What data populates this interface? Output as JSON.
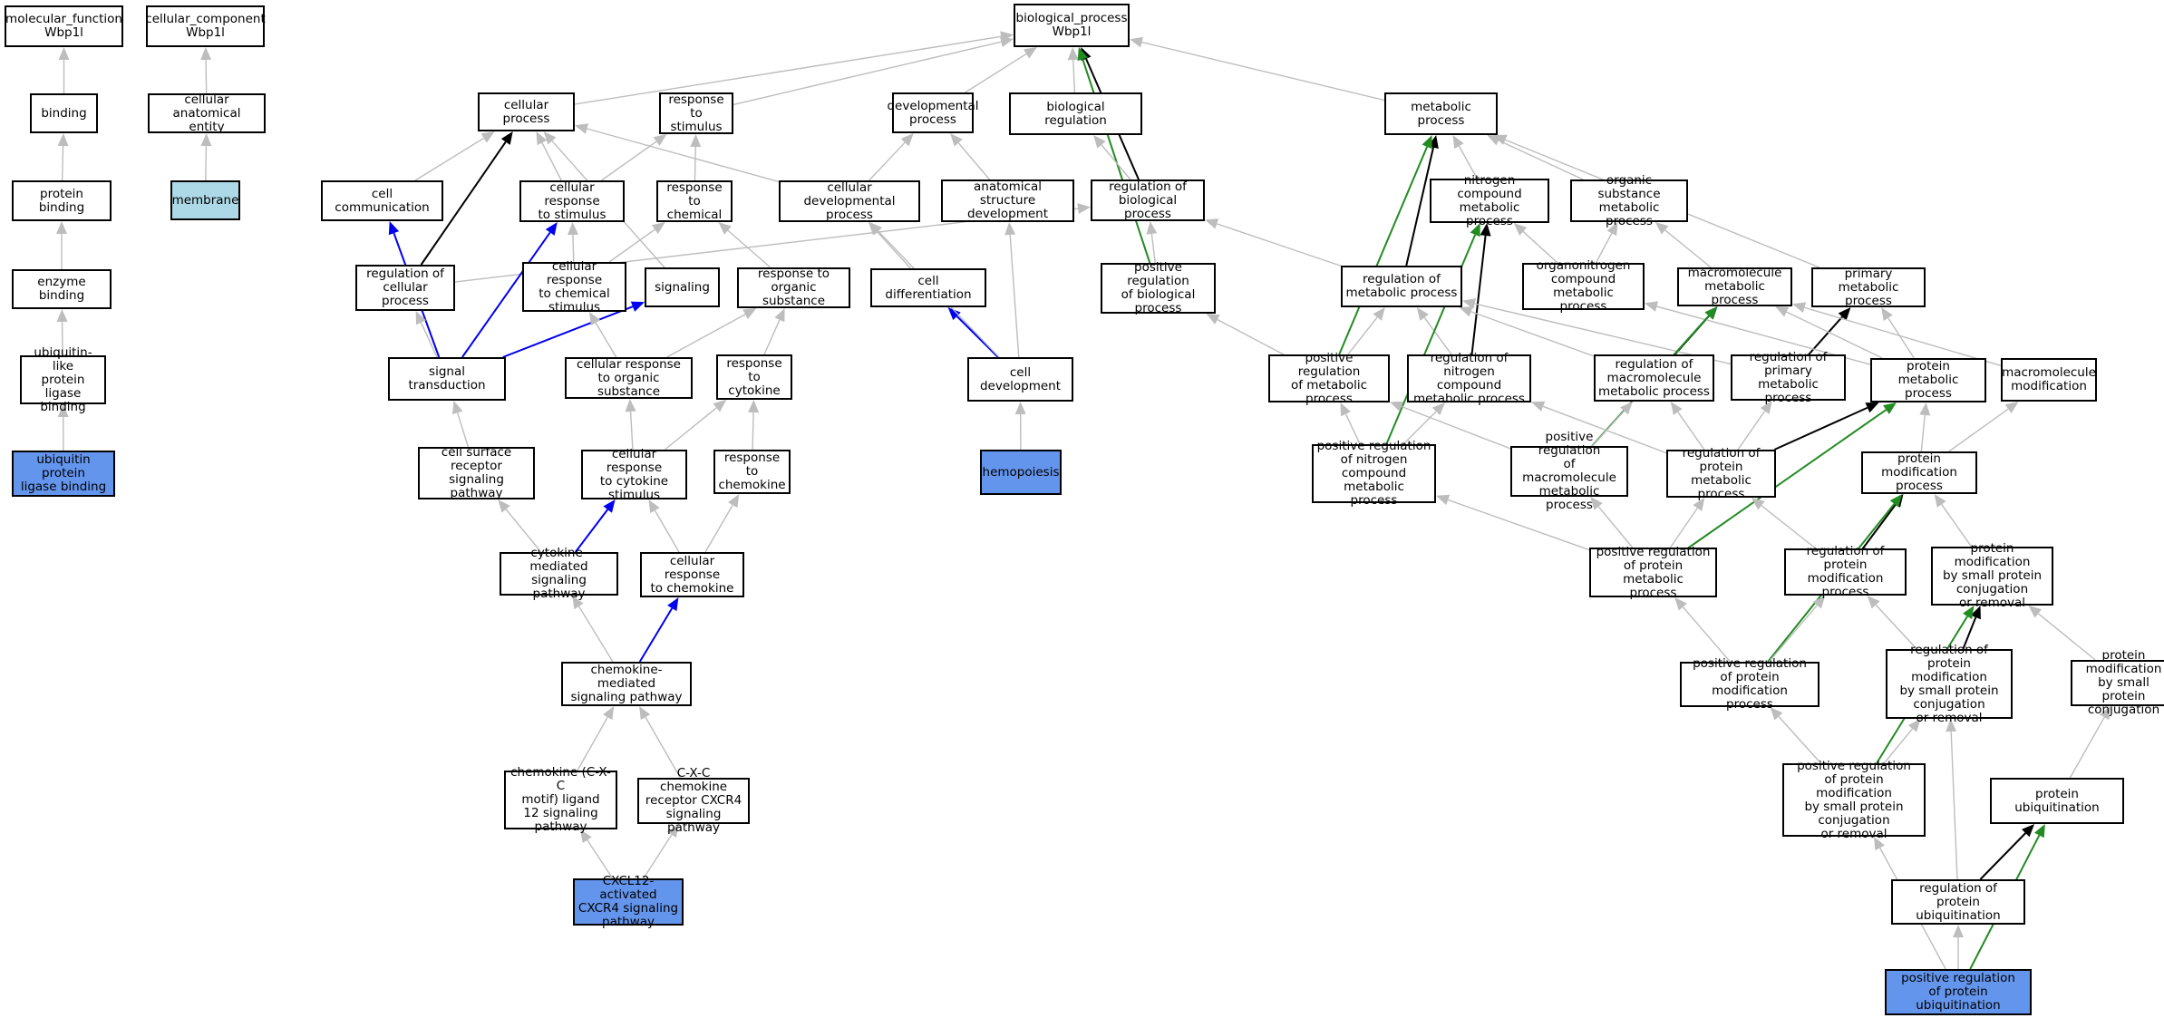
{
  "colors": {
    "background": "#ffffff",
    "node_border": "#000000",
    "edge_default": "#bdbdbd",
    "edge_black": "#000000",
    "edge_blue": "#0000ee",
    "edge_green": "#228b22",
    "annotated_fill": "#6495ed",
    "cc_annotated_fill": "#add8e6"
  },
  "nodes": [
    {
      "id": "mf",
      "label": "molecular_function\nWbp1l",
      "fill": "#ffffff"
    },
    {
      "id": "cc",
      "label": "cellular_component\nWbp1l",
      "fill": "#ffffff"
    },
    {
      "id": "binding",
      "label": "binding",
      "fill": "#ffffff"
    },
    {
      "id": "cae",
      "label": "cellular anatomical\nentity",
      "fill": "#ffffff"
    },
    {
      "id": "protbind",
      "label": "protein binding",
      "fill": "#ffffff"
    },
    {
      "id": "membrane",
      "label": "membrane",
      "fill": "#add8e6"
    },
    {
      "id": "enzbind",
      "label": "enzyme binding",
      "fill": "#ffffff"
    },
    {
      "id": "ublbind",
      "label": "ubiquitin-like\nprotein ligase\nbinding",
      "fill": "#ffffff"
    },
    {
      "id": "ubbind",
      "label": "ubiquitin protein\nligase binding",
      "fill": "#6495ed"
    },
    {
      "id": "bp",
      "label": "biological_process\nWbp1l",
      "fill": "#ffffff"
    },
    {
      "id": "cellproc",
      "label": "cellular process",
      "fill": "#ffffff"
    },
    {
      "id": "respstim",
      "label": "response to\nstimulus",
      "fill": "#ffffff"
    },
    {
      "id": "devproc",
      "label": "developmental\nprocess",
      "fill": "#ffffff"
    },
    {
      "id": "bioreg",
      "label": "biological regulation",
      "fill": "#ffffff"
    },
    {
      "id": "metproc",
      "label": "metabolic process",
      "fill": "#ffffff"
    },
    {
      "id": "cellcomm",
      "label": "cell communication",
      "fill": "#ffffff"
    },
    {
      "id": "cellrespstim",
      "label": "cellular response\nto stimulus",
      "fill": "#ffffff"
    },
    {
      "id": "respchem",
      "label": "response to\nchemical",
      "fill": "#ffffff"
    },
    {
      "id": "celldevproc",
      "label": "cellular developmental\nprocess",
      "fill": "#ffffff"
    },
    {
      "id": "anatdev",
      "label": "anatomical structure\ndevelopment",
      "fill": "#ffffff"
    },
    {
      "id": "regbio",
      "label": "regulation of\nbiological process",
      "fill": "#ffffff"
    },
    {
      "id": "nitmet",
      "label": "nitrogen compound\nmetabolic process",
      "fill": "#ffffff"
    },
    {
      "id": "orgsubmet",
      "label": "organic substance\nmetabolic process",
      "fill": "#ffffff"
    },
    {
      "id": "regcell",
      "label": "regulation of\ncellular process",
      "fill": "#ffffff"
    },
    {
      "id": "cellrespchem",
      "label": "cellular response\nto chemical\nstimulus",
      "fill": "#ffffff"
    },
    {
      "id": "signaling",
      "label": "signaling",
      "fill": "#ffffff"
    },
    {
      "id": "resporg",
      "label": "response to\norganic substance",
      "fill": "#ffffff"
    },
    {
      "id": "celldiff",
      "label": "cell differentiation",
      "fill": "#ffffff"
    },
    {
      "id": "posregbio",
      "label": "positive regulation\nof biological\nprocess",
      "fill": "#ffffff"
    },
    {
      "id": "regmet",
      "label": "regulation of\nmetabolic process",
      "fill": "#ffffff"
    },
    {
      "id": "orgnitmet",
      "label": "organonitrogen\ncompound metabolic\nprocess",
      "fill": "#ffffff"
    },
    {
      "id": "macmet",
      "label": "macromolecule\nmetabolic process",
      "fill": "#ffffff"
    },
    {
      "id": "primmet",
      "label": "primary metabolic\nprocess",
      "fill": "#ffffff"
    },
    {
      "id": "sigtrans",
      "label": "signal transduction",
      "fill": "#ffffff"
    },
    {
      "id": "cellresporg",
      "label": "cellular response\nto organic substance",
      "fill": "#ffffff"
    },
    {
      "id": "respcyto",
      "label": "response to\ncytokine",
      "fill": "#ffffff"
    },
    {
      "id": "celldev",
      "label": "cell development",
      "fill": "#ffffff"
    },
    {
      "id": "posregmet",
      "label": "positive regulation\nof metabolic\nprocess",
      "fill": "#ffffff"
    },
    {
      "id": "regnitmet",
      "label": "regulation of\nnitrogen compound\nmetabolic process",
      "fill": "#ffffff"
    },
    {
      "id": "regmacmet",
      "label": "regulation of\nmacromolecule\nmetabolic process",
      "fill": "#ffffff"
    },
    {
      "id": "regprimmet",
      "label": "regulation of\nprimary metabolic\nprocess",
      "fill": "#ffffff"
    },
    {
      "id": "protmet",
      "label": "protein metabolic\nprocess",
      "fill": "#ffffff"
    },
    {
      "id": "macmod",
      "label": "macromolecule\nmodification",
      "fill": "#ffffff"
    },
    {
      "id": "cellsurf",
      "label": "cell surface\nreceptor signaling\npathway",
      "fill": "#ffffff"
    },
    {
      "id": "cellrespcyto",
      "label": "cellular response\nto cytokine\nstimulus",
      "fill": "#ffffff"
    },
    {
      "id": "respchemo",
      "label": "response to\nchemokine",
      "fill": "#ffffff"
    },
    {
      "id": "hemo",
      "label": "hemopoiesis",
      "fill": "#6495ed"
    },
    {
      "id": "posregnit",
      "label": "positive regulation\nof nitrogen\ncompound metabolic\nprocess",
      "fill": "#ffffff"
    },
    {
      "id": "posregmac",
      "label": "positive regulation\nof macromolecule\nmetabolic process",
      "fill": "#ffffff"
    },
    {
      "id": "regprotmet",
      "label": "regulation of\nprotein metabolic\nprocess",
      "fill": "#ffffff"
    },
    {
      "id": "protmod",
      "label": "protein modification\nprocess",
      "fill": "#ffffff"
    },
    {
      "id": "cytomed",
      "label": "cytokine-mediated\nsignaling pathway",
      "fill": "#ffffff"
    },
    {
      "id": "cellrespchemo",
      "label": "cellular response\nto chemokine",
      "fill": "#ffffff"
    },
    {
      "id": "posregprotmet",
      "label": "positive regulation\nof protein metabolic\nprocess",
      "fill": "#ffffff"
    },
    {
      "id": "regprotmod",
      "label": "regulation of\nprotein modification\nprocess",
      "fill": "#ffffff"
    },
    {
      "id": "protmodsmall",
      "label": "protein modification\nby small protein\nconjugation\nor removal",
      "fill": "#ffffff"
    },
    {
      "id": "chemomed",
      "label": "chemokine-mediated\nsignaling pathway",
      "fill": "#ffffff"
    },
    {
      "id": "posregprotmod",
      "label": "positive regulation\nof protein modification\nprocess",
      "fill": "#ffffff"
    },
    {
      "id": "regprotmodsmall",
      "label": "regulation of\nprotein modification\nby small protein\nconjugation\nor removal",
      "fill": "#ffffff"
    },
    {
      "id": "protmodconj",
      "label": "protein modification\nby small protein\nconjugation",
      "fill": "#ffffff"
    },
    {
      "id": "cxcl12lig",
      "label": "chemokine (C-X-C\nmotif) ligand\n12 signaling\npathway",
      "fill": "#ffffff"
    },
    {
      "id": "cxcr4path",
      "label": "C-X-C chemokine\nreceptor CXCR4\nsignaling pathway",
      "fill": "#ffffff"
    },
    {
      "id": "posregprotmodsmall",
      "label": "positive regulation\nof protein modification\nby small protein\nconjugation\nor removal",
      "fill": "#ffffff"
    },
    {
      "id": "protubiq",
      "label": "protein ubiquitination",
      "fill": "#ffffff"
    },
    {
      "id": "cxcl12act",
      "label": "CXCL12-activated\nCXCR4 signaling\npathway",
      "fill": "#6495ed"
    },
    {
      "id": "regprotubiq",
      "label": "regulation of\nprotein ubiquitination",
      "fill": "#ffffff"
    },
    {
      "id": "posregprotubiq",
      "label": "positive regulation\nof protein ubiquitination",
      "fill": "#6495ed"
    }
  ],
  "edges": [
    {
      "from": "binding",
      "to": "mf",
      "color": "gray"
    },
    {
      "from": "protbind",
      "to": "binding",
      "color": "gray"
    },
    {
      "from": "enzbind",
      "to": "protbind",
      "color": "gray"
    },
    {
      "from": "ublbind",
      "to": "enzbind",
      "color": "gray"
    },
    {
      "from": "ubbind",
      "to": "ublbind",
      "color": "gray"
    },
    {
      "from": "cae",
      "to": "cc",
      "color": "gray"
    },
    {
      "from": "membrane",
      "to": "cae",
      "color": "gray"
    },
    {
      "from": "cellproc",
      "to": "bp",
      "color": "gray"
    },
    {
      "from": "respstim",
      "to": "bp",
      "color": "gray"
    },
    {
      "from": "devproc",
      "to": "bp",
      "color": "gray"
    },
    {
      "from": "bioreg",
      "to": "bp",
      "color": "gray"
    },
    {
      "from": "metproc",
      "to": "bp",
      "color": "gray"
    },
    {
      "from": "regbio",
      "to": "bp",
      "color": "black"
    },
    {
      "from": "posregbio",
      "to": "bp",
      "color": "green"
    },
    {
      "from": "cellcomm",
      "to": "cellproc",
      "color": "gray"
    },
    {
      "from": "cellrespstim",
      "to": "cellproc",
      "color": "gray"
    },
    {
      "from": "cellrespstim",
      "to": "respstim",
      "color": "gray"
    },
    {
      "from": "respchem",
      "to": "respstim",
      "color": "gray"
    },
    {
      "from": "celldevproc",
      "to": "cellproc",
      "color": "gray"
    },
    {
      "from": "celldevproc",
      "to": "devproc",
      "color": "gray"
    },
    {
      "from": "anatdev",
      "to": "devproc",
      "color": "gray"
    },
    {
      "from": "regbio",
      "to": "bioreg",
      "color": "gray"
    },
    {
      "from": "regcell",
      "to": "cellproc",
      "color": "black"
    },
    {
      "from": "regcell",
      "to": "regbio",
      "color": "gray"
    },
    {
      "from": "cellrespchem",
      "to": "cellrespstim",
      "color": "gray"
    },
    {
      "from": "cellrespchem",
      "to": "respchem",
      "color": "gray"
    },
    {
      "from": "signaling",
      "to": "cellproc",
      "color": "gray"
    },
    {
      "from": "resporg",
      "to": "respchem",
      "color": "gray"
    },
    {
      "from": "celldiff",
      "to": "celldevproc",
      "color": "gray"
    },
    {
      "from": "posregbio",
      "to": "regbio",
      "color": "gray"
    },
    {
      "from": "nitmet",
      "to": "metproc",
      "color": "gray"
    },
    {
      "from": "orgsubmet",
      "to": "metproc",
      "color": "gray"
    },
    {
      "from": "regmet",
      "to": "metproc",
      "color": "black"
    },
    {
      "from": "regmet",
      "to": "regbio",
      "color": "gray"
    },
    {
      "from": "orgnitmet",
      "to": "nitmet",
      "color": "gray"
    },
    {
      "from": "orgnitmet",
      "to": "orgsubmet",
      "color": "gray"
    },
    {
      "from": "macmet",
      "to": "orgsubmet",
      "color": "gray"
    },
    {
      "from": "primmet",
      "to": "metproc",
      "color": "gray"
    },
    {
      "from": "sigtrans",
      "to": "cellcomm",
      "color": "blue"
    },
    {
      "from": "sigtrans",
      "to": "regcell",
      "color": "gray"
    },
    {
      "from": "sigtrans",
      "to": "cellrespstim",
      "color": "blue"
    },
    {
      "from": "sigtrans",
      "to": "signaling",
      "color": "blue"
    },
    {
      "from": "cellresporg",
      "to": "cellrespchem",
      "color": "gray"
    },
    {
      "from": "cellresporg",
      "to": "resporg",
      "color": "gray"
    },
    {
      "from": "respcyto",
      "to": "resporg",
      "color": "gray"
    },
    {
      "from": "celldev",
      "to": "celldiff",
      "color": "blue"
    },
    {
      "from": "celldev",
      "to": "anatdev",
      "color": "gray"
    },
    {
      "from": "celldev",
      "to": "celldevproc",
      "color": "gray"
    },
    {
      "from": "posregmet",
      "to": "metproc",
      "color": "green"
    },
    {
      "from": "posregmet",
      "to": "regmet",
      "color": "gray"
    },
    {
      "from": "posregmet",
      "to": "posregbio",
      "color": "gray"
    },
    {
      "from": "regnitmet",
      "to": "nitmet",
      "color": "black"
    },
    {
      "from": "regnitmet",
      "to": "regmet",
      "color": "gray"
    },
    {
      "from": "regmacmet",
      "to": "macmet",
      "color": "black"
    },
    {
      "from": "regmacmet",
      "to": "regmet",
      "color": "gray"
    },
    {
      "from": "regprimmet",
      "to": "primmet",
      "color": "black"
    },
    {
      "from": "regprimmet",
      "to": "regmet",
      "color": "gray"
    },
    {
      "from": "protmet",
      "to": "macmet",
      "color": "gray"
    },
    {
      "from": "protmet",
      "to": "primmet",
      "color": "gray"
    },
    {
      "from": "protmet",
      "to": "orgnitmet",
      "color": "gray"
    },
    {
      "from": "macmod",
      "to": "macmet",
      "color": "gray"
    },
    {
      "from": "cellsurf",
      "to": "sigtrans",
      "color": "gray"
    },
    {
      "from": "cellrespcyto",
      "to": "cellresporg",
      "color": "gray"
    },
    {
      "from": "cellrespcyto",
      "to": "respcyto",
      "color": "gray"
    },
    {
      "from": "respchemo",
      "to": "respcyto",
      "color": "gray"
    },
    {
      "from": "hemo",
      "to": "celldev",
      "color": "gray"
    },
    {
      "from": "posregnit",
      "to": "nitmet",
      "color": "green"
    },
    {
      "from": "posregnit",
      "to": "regnitmet",
      "color": "gray"
    },
    {
      "from": "posregnit",
      "to": "posregmet",
      "color": "gray"
    },
    {
      "from": "posregmac",
      "to": "macmet",
      "color": "green"
    },
    {
      "from": "posregmac",
      "to": "regmacmet",
      "color": "gray"
    },
    {
      "from": "posregmac",
      "to": "posregmet",
      "color": "gray"
    },
    {
      "from": "regprotmet",
      "to": "protmet",
      "color": "black"
    },
    {
      "from": "regprotmet",
      "to": "regmacmet",
      "color": "gray"
    },
    {
      "from": "regprotmet",
      "to": "regprimmet",
      "color": "gray"
    },
    {
      "from": "regprotmet",
      "to": "regnitmet",
      "color": "gray"
    },
    {
      "from": "protmod",
      "to": "protmet",
      "color": "gray"
    },
    {
      "from": "protmod",
      "to": "macmod",
      "color": "gray"
    },
    {
      "from": "cytomed",
      "to": "cellsurf",
      "color": "gray"
    },
    {
      "from": "cytomed",
      "to": "cellrespcyto",
      "color": "blue"
    },
    {
      "from": "cellrespchemo",
      "to": "cellrespcyto",
      "color": "gray"
    },
    {
      "from": "cellrespchemo",
      "to": "respchemo",
      "color": "gray"
    },
    {
      "from": "posregprotmet",
      "to": "protmet",
      "color": "green"
    },
    {
      "from": "posregprotmet",
      "to": "regprotmet",
      "color": "gray"
    },
    {
      "from": "posregprotmet",
      "to": "posregmac",
      "color": "gray"
    },
    {
      "from": "posregprotmet",
      "to": "posregnit",
      "color": "gray"
    },
    {
      "from": "regprotmod",
      "to": "protmod",
      "color": "black"
    },
    {
      "from": "regprotmod",
      "to": "regprotmet",
      "color": "gray"
    },
    {
      "from": "protmodsmall",
      "to": "protmod",
      "color": "gray"
    },
    {
      "from": "chemomed",
      "to": "cytomed",
      "color": "gray"
    },
    {
      "from": "chemomed",
      "to": "cellrespchemo",
      "color": "blue"
    },
    {
      "from": "posregprotmod",
      "to": "protmod",
      "color": "green"
    },
    {
      "from": "posregprotmod",
      "to": "regprotmod",
      "color": "gray"
    },
    {
      "from": "posregprotmod",
      "to": "posregprotmet",
      "color": "gray"
    },
    {
      "from": "regprotmodsmall",
      "to": "protmodsmall",
      "color": "black"
    },
    {
      "from": "regprotmodsmall",
      "to": "regprotmod",
      "color": "gray"
    },
    {
      "from": "protmodconj",
      "to": "protmodsmall",
      "color": "gray"
    },
    {
      "from": "cxcl12lig",
      "to": "chemomed",
      "color": "gray"
    },
    {
      "from": "cxcr4path",
      "to": "chemomed",
      "color": "gray"
    },
    {
      "from": "posregprotmodsmall",
      "to": "protmodsmall",
      "color": "green"
    },
    {
      "from": "posregprotmodsmall",
      "to": "regprotmodsmall",
      "color": "gray"
    },
    {
      "from": "posregprotmodsmall",
      "to": "posregprotmod",
      "color": "gray"
    },
    {
      "from": "protubiq",
      "to": "protmodconj",
      "color": "gray"
    },
    {
      "from": "cxcl12act",
      "to": "cxcl12lig",
      "color": "gray"
    },
    {
      "from": "cxcl12act",
      "to": "cxcr4path",
      "color": "gray"
    },
    {
      "from": "regprotubiq",
      "to": "protubiq",
      "color": "black"
    },
    {
      "from": "regprotubiq",
      "to": "regprotmodsmall",
      "color": "gray"
    },
    {
      "from": "posregprotubiq",
      "to": "protubiq",
      "color": "green"
    },
    {
      "from": "posregprotubiq",
      "to": "regprotubiq",
      "color": "gray"
    },
    {
      "from": "posregprotubiq",
      "to": "posregprotmodsmall",
      "color": "gray"
    }
  ]
}
